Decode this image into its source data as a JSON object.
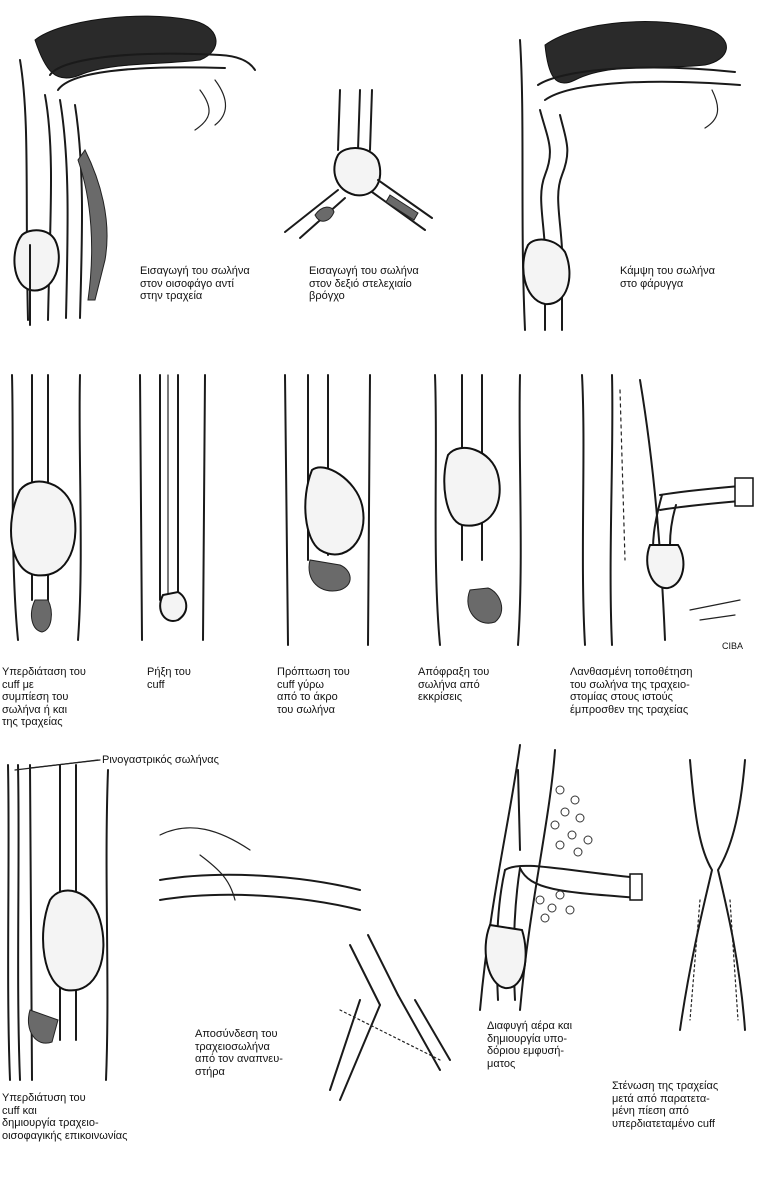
{
  "figure": {
    "captions": {
      "esophageal_intubation": "Εισαγωγή του σωλήνα\nστον οισοφάγο αντί\nστην τραχεία",
      "right_bronchus": "Εισαγωγή του σωλήνα\nστον δεξιό στελεχιαίο\nβρόγχο",
      "pharynx_kinking": "Κάμψη του σωλήνα\nστο φάρυγγα",
      "cuff_overinflation": "Υπερδιάταση του\ncuff με\nσυμπίεση του\nσωλήνα ή και\nτης τραχείας",
      "cuff_rupture": "Ρήξη του\ncuff",
      "cuff_herniation": "Πρόπτωση του\ncuff γύρω\nαπό το άκρο\nτου σωλήνα",
      "secretion_obstruction": "Απόφραξη του\nσωλήνα από\nεκκρίσεις",
      "misplaced_tracheostomy": "Λανθασμένη τοποθέτηση\nτου σωλήνα της τραχειο-\nστομίας στους ιστούς\nέμπροσθεν της τραχείας",
      "nasogastric_tube": "Ρινογαστρικός σωλήνας",
      "cuff_overinflation_fistula": "Υπερδιάτυση του\ncuff και\nδημιουργία τραχειο-\nοισοφαγικής επικοινωνίας",
      "ventilator_disconnection": "Αποσύνδεση του\nτραχειοσωλήνα\nαπό τον αναπνευ-\nστήρα",
      "subcutaneous_emphysema": "Διαφυγή αέρα και\nδημιουργία υπο-\nδόριου εμφυσή-\nματος",
      "tracheal_stenosis": "Στένωση της τραχείας\nμετά από παρατετα-\nμένη πίεση από\nυπερδιατεταμένο cuff"
    },
    "credit": "CIBA"
  }
}
